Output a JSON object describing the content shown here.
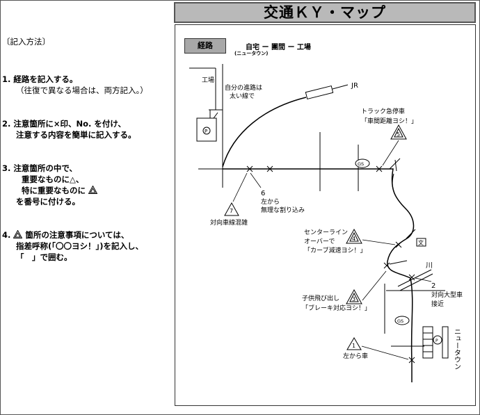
{
  "title": "交通ＫＹ・マップ",
  "instructions": {
    "heading": "〔記入方法〕",
    "items": [
      {
        "num": "1.",
        "line1": "経路を記入する。",
        "line2": "（往復で異なる場合は、両方記入。）"
      },
      {
        "num": "2.",
        "line1": "注意箇所に×印、No. を付け、",
        "line2": "注意する内容を簡単に記入する。"
      },
      {
        "num": "3.",
        "line1": "注意箇所の中で、",
        "line2": "重要なものに△、",
        "line3": "特に重要なものに",
        "line4": "を番号に付ける。"
      },
      {
        "num": "4.",
        "line1": "箇所の注意事項については、",
        "line2": "指差呼称(「〇〇ヨシ！」)を記入し、",
        "line3": "「　」で囲む。"
      }
    ]
  },
  "route": {
    "label": "経路",
    "text": "自宅 ー 團間 ー 工場",
    "sub": "(ニュータウン)"
  },
  "map": {
    "factory": "工場",
    "parking": "P",
    "own_road_l1": "自分の進路は",
    "own_road_l2": "太い線で",
    "jr": "JR",
    "gs": "GS",
    "school": "文",
    "river": "川",
    "newtown": "ニュータウン",
    "markers": [
      {
        "num": "7",
        "line1": "対向車線混雑",
        "line2": ""
      },
      {
        "num": "6",
        "line1": "左から",
        "line2": "無理な割り込み"
      },
      {
        "num": "5",
        "line1": "トラック急停車",
        "line2": "「車間距離ヨシ！」"
      },
      {
        "num": "4",
        "line1": "センターライン",
        "line2": "オーバーで",
        "line3": "「カーブ減速ヨシ！」"
      },
      {
        "num": "3",
        "line1": "子供飛び出し",
        "line2": "「ブレーキ対応ヨシ！」"
      },
      {
        "num": "2",
        "line1": "対向大型車",
        "line2": "接近"
      },
      {
        "num": "1",
        "line1": "左から車",
        "line2": ""
      }
    ]
  }
}
